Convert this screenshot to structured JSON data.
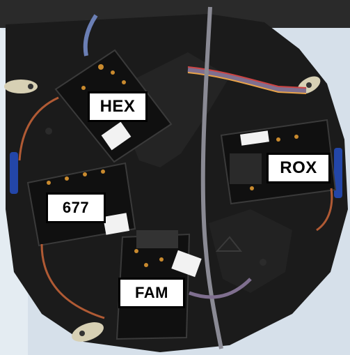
{
  "photo": {
    "labels": {
      "hex": "HEX",
      "rox": "ROX",
      "c677": "677",
      "fam": "FAM"
    },
    "colors": {
      "background_bench": "#cfdbe6",
      "foam_base": "#1b1b1b",
      "pcb": "#101010",
      "label_fill": "#ffffff",
      "label_border": "#000000",
      "ribbon_cable": "#7f6f8f",
      "clip_blue": "#2346a8",
      "bolt_beige": "#d7d0b4"
    }
  }
}
